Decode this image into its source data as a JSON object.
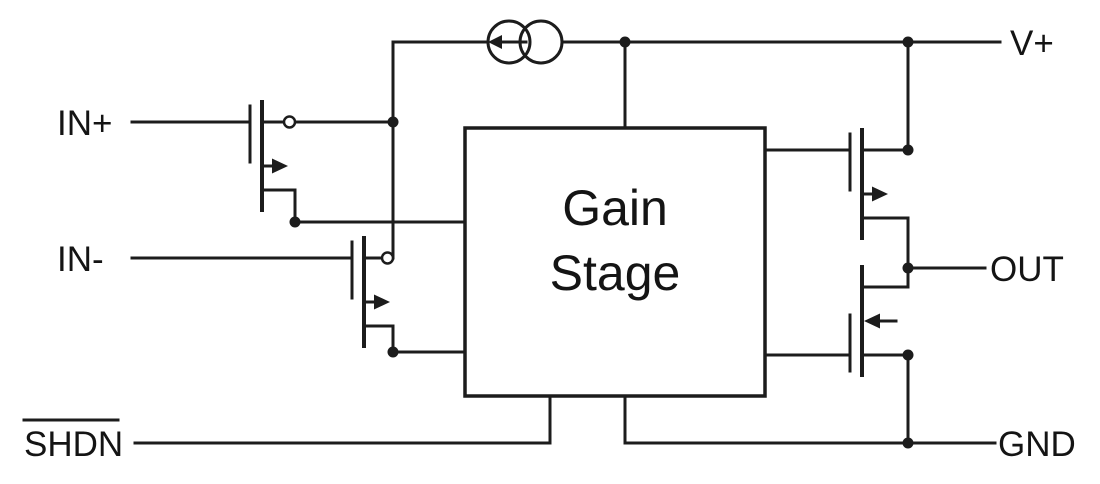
{
  "diagram": {
    "kind": "amplifier-block-schematic",
    "pins": {
      "in_plus": "IN+",
      "in_minus": "IN-",
      "shdn": "SHDN",
      "shdn_overline": true,
      "v_plus": "V+",
      "out": "OUT",
      "gnd": "GND"
    },
    "blocks": {
      "gain_stage": {
        "line1": "Gain",
        "line2": "Stage"
      }
    },
    "symbols": {
      "current_source": "current-source-icon",
      "input_pair": [
        "pmos-transistor-in-plus",
        "pmos-transistor-in-minus"
      ],
      "output_stage": [
        "pmos-transistor-output-high",
        "nmos-transistor-output-low"
      ]
    },
    "colors": {
      "line": "#1c1c1c",
      "background": "#ffffff"
    }
  }
}
